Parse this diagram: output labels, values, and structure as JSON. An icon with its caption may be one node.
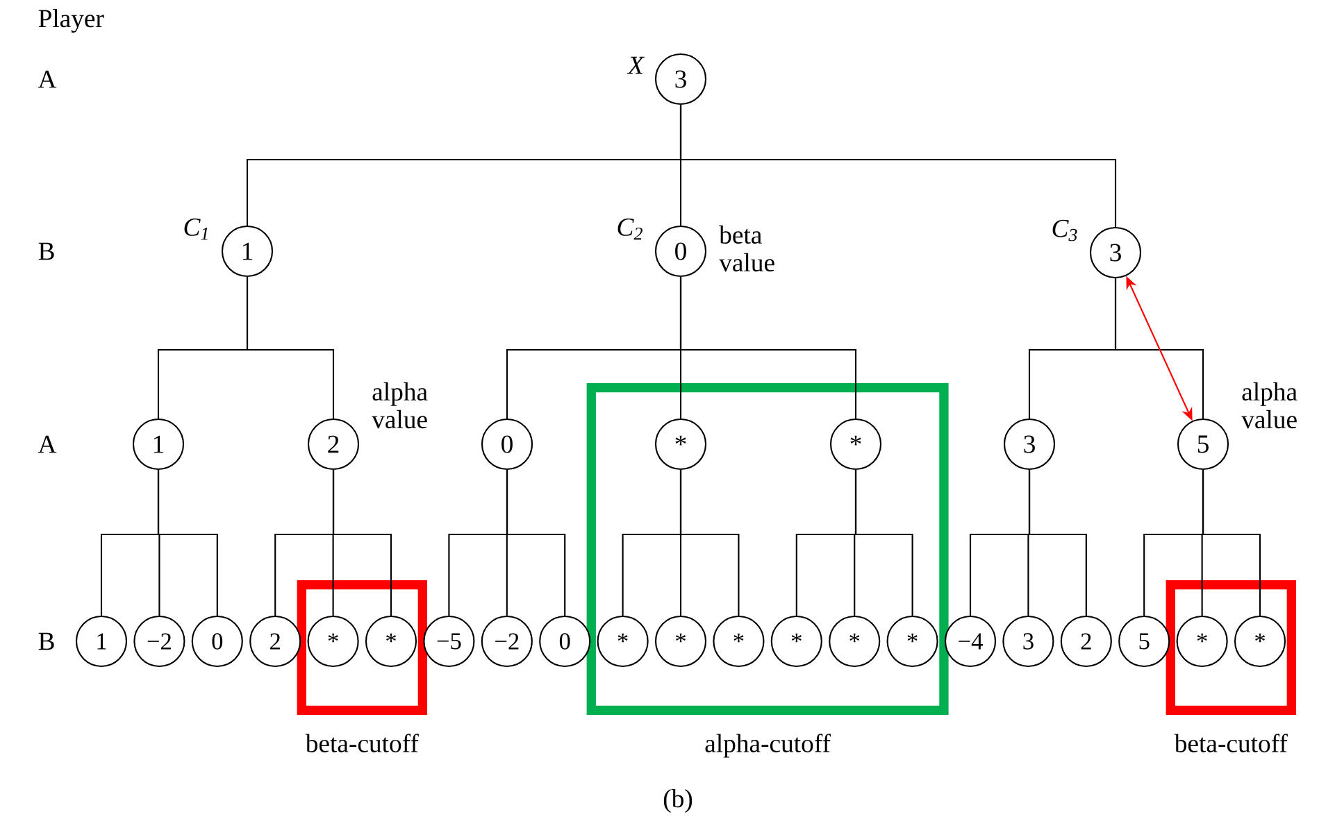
{
  "diagram": {
    "caption": "(b)",
    "nodes": [
      {
        "text": [
          "beta-cutoff"
        ]
      },
      {
        "text": [
          "alpha-cutoff"
        ]
      },
      {
        "text": [
          "beta-cutoff"
        ]
      },
      {
        "text": [
          "3"
        ],
        "beside": [
          "X"
        ]
      },
      {
        "text": [
          "1"
        ],
        "beside": [
          "C$_{1}$"
        ]
      },
      {
        "text": [
          "0"
        ],
        "beside": [
          "C$_{2}$",
          "beta value"
        ]
      },
      {
        "text": [
          "3"
        ],
        "beside": [
          "C$_{3}$"
        ]
      },
      {
        "text": [
          "1"
        ]
      },
      {
        "text": [
          "2"
        ],
        "beside": [
          "alpha value"
        ]
      },
      {
        "text": [
          "0"
        ]
      },
      {
        "text": [
          "*"
        ],
        "in": 1
      },
      {
        "text": [
          "*"
        ],
        "in": 1
      },
      {
        "text": [
          "3"
        ]
      },
      {
        "text": [
          "5"
        ],
        "beside": [
          "alpha value"
        ]
      },
      {
        "text": [
          "1"
        ]
      },
      {
        "text": [
          "−2"
        ]
      },
      {
        "text": [
          "0"
        ]
      },
      {
        "text": [
          "2"
        ]
      },
      {
        "text": [
          "*"
        ],
        "in": 0
      },
      {
        "text": [
          "*"
        ],
        "in": 0
      },
      {
        "text": [
          "−5"
        ]
      },
      {
        "text": [
          "−2"
        ]
      },
      {
        "text": [
          "0"
        ]
      },
      {
        "text": [
          "*"
        ],
        "in": 1
      },
      {
        "text": [
          "*"
        ],
        "in": 1
      },
      {
        "text": [
          "*"
        ],
        "in": 1
      },
      {
        "text": [
          "*"
        ],
        "in": 1
      },
      {
        "text": [
          "*"
        ],
        "in": 1
      },
      {
        "text": [
          "*"
        ],
        "in": 1
      },
      {
        "text": [
          "−4"
        ]
      },
      {
        "text": [
          "3"
        ]
      },
      {
        "text": [
          "2"
        ]
      },
      {
        "text": [
          "5"
        ]
      },
      {
        "text": [
          "*"
        ],
        "in": 2
      },
      {
        "text": [
          "*"
        ],
        "in": 2
      }
    ],
    "edges": [
      {
        "from": 3,
        "to": 4,
        "arrow": "none"
      },
      {
        "from": 3,
        "to": 5,
        "arrow": "none"
      },
      {
        "from": 3,
        "to": 6,
        "arrow": "none"
      },
      {
        "from": 4,
        "to": 7,
        "arrow": "none"
      },
      {
        "from": 4,
        "to": 8,
        "arrow": "none"
      },
      {
        "from": 5,
        "to": 9,
        "arrow": "none"
      },
      {
        "from": 5,
        "to": 10,
        "arrow": "none"
      },
      {
        "from": 5,
        "to": 11,
        "arrow": "none"
      },
      {
        "from": 6,
        "to": 12,
        "arrow": "none"
      },
      {
        "from": 6,
        "to": 13,
        "arrow": "none"
      },
      {
        "from": 7,
        "to": 14,
        "arrow": "none"
      },
      {
        "from": 7,
        "to": 15,
        "arrow": "none"
      },
      {
        "from": 7,
        "to": 16,
        "arrow": "none"
      },
      {
        "from": 8,
        "to": 17,
        "arrow": "none"
      },
      {
        "from": 8,
        "to": 18,
        "arrow": "none"
      },
      {
        "from": 8,
        "to": 19,
        "arrow": "none"
      },
      {
        "from": 9,
        "to": 20,
        "arrow": "none"
      },
      {
        "from": 9,
        "to": 21,
        "arrow": "none"
      },
      {
        "from": 9,
        "to": 22,
        "arrow": "none"
      },
      {
        "from": 10,
        "to": 23,
        "arrow": "none"
      },
      {
        "from": 10,
        "to": 24,
        "arrow": "none"
      },
      {
        "from": 10,
        "to": 25,
        "arrow": "none"
      },
      {
        "from": 11,
        "to": 26,
        "arrow": "none"
      },
      {
        "from": 11,
        "to": 27,
        "arrow": "none"
      },
      {
        "from": 11,
        "to": 28,
        "arrow": "none"
      },
      {
        "from": 12,
        "to": 29,
        "arrow": "none"
      },
      {
        "from": 12,
        "to": 30,
        "arrow": "none"
      },
      {
        "from": 12,
        "to": 31,
        "arrow": "none"
      },
      {
        "from": 13,
        "to": 32,
        "arrow": "none"
      },
      {
        "from": 13,
        "to": 33,
        "arrow": "none"
      },
      {
        "from": 13,
        "to": 34,
        "arrow": "none"
      },
      {
        "from": 6,
        "to": 13,
        "arrow": "both",
        "color": "#ff0000"
      }
    ],
    "labels": [
      "Player",
      "A",
      "B",
      "A",
      "B"
    ]
  }
}
